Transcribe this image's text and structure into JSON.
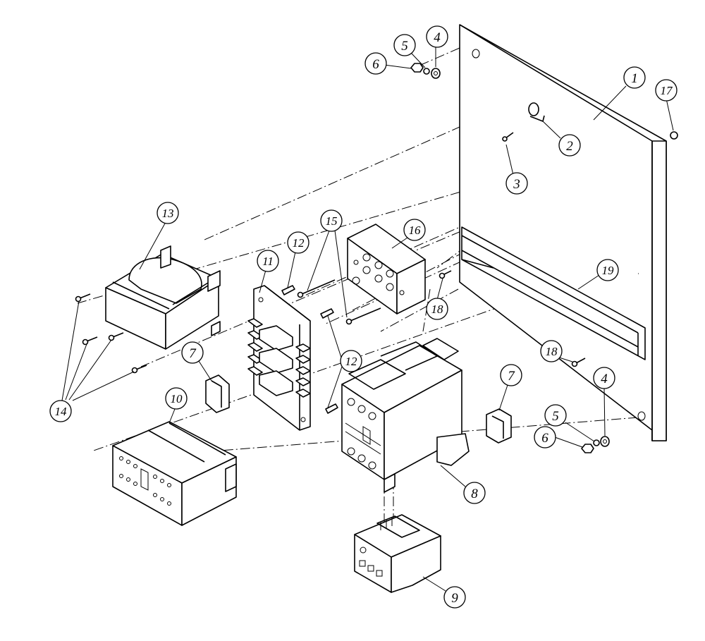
{
  "figure": {
    "type": "exploded-assembly-diagram",
    "ink_color": "#000000",
    "background_color": "#ffffff"
  },
  "callouts": [
    {
      "id": "c1",
      "label": "1"
    },
    {
      "id": "c2",
      "label": "2"
    },
    {
      "id": "c3",
      "label": "3"
    },
    {
      "id": "c4a",
      "label": "4"
    },
    {
      "id": "c4b",
      "label": "4"
    },
    {
      "id": "c5a",
      "label": "5"
    },
    {
      "id": "c5b",
      "label": "5"
    },
    {
      "id": "c6a",
      "label": "6"
    },
    {
      "id": "c6b",
      "label": "6"
    },
    {
      "id": "c7a",
      "label": "7"
    },
    {
      "id": "c7b",
      "label": "7"
    },
    {
      "id": "c8",
      "label": "8"
    },
    {
      "id": "c9",
      "label": "9"
    },
    {
      "id": "c10",
      "label": "10"
    },
    {
      "id": "c11",
      "label": "11"
    },
    {
      "id": "c12a",
      "label": "12"
    },
    {
      "id": "c12b",
      "label": "12"
    },
    {
      "id": "c13",
      "label": "13"
    },
    {
      "id": "c14",
      "label": "14"
    },
    {
      "id": "c15",
      "label": "15"
    },
    {
      "id": "c16",
      "label": "16"
    },
    {
      "id": "c17",
      "label": "17"
    },
    {
      "id": "c18a",
      "label": "18"
    },
    {
      "id": "c18b",
      "label": "18"
    },
    {
      "id": "c19",
      "label": "19"
    }
  ]
}
